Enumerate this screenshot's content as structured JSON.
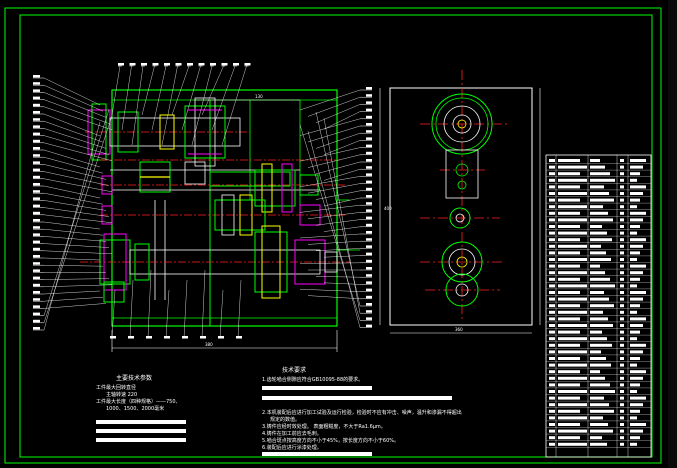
{
  "parameters": {
    "title": "主要技术参数",
    "line1": "工件最大回转直径",
    "line1b": "主轴转速",
    "line1c": "220",
    "line2": "工件最大长度（四种规格）——750、",
    "line3": "1000、1500、2000毫米"
  },
  "requirements": {
    "title": "技术要求",
    "item1": "1.齿轮啮合侧隙应符合GB10095-88的要求。",
    "item2": "2.本机装配后应进行加工试验及运行检验，检验时不应有冲击、噪声，温升和渗漏不得超出",
    "item2b": "规定的数值。",
    "item3": "3.铸件应经时效处理。",
    "item3b": "表面粗糙度，不大于Ra1.6μm。",
    "item4": "4.铸件在加工前应去毛刺。",
    "item5": "5.啮合斑点按高度方向不小于45%，按长度方向不小于60%。",
    "item6": "6.装配后应进行涂漆处理。"
  },
  "dimensions": {
    "main_width": "380",
    "side_width": "360",
    "side_height": "400",
    "top_width": "130"
  },
  "colors": {
    "frame": "#00ff00",
    "white": "#ffffff",
    "red": "#ff2020",
    "yellow": "#ffff00",
    "cyan": "#00ffff",
    "magenta": "#ff00ff"
  }
}
